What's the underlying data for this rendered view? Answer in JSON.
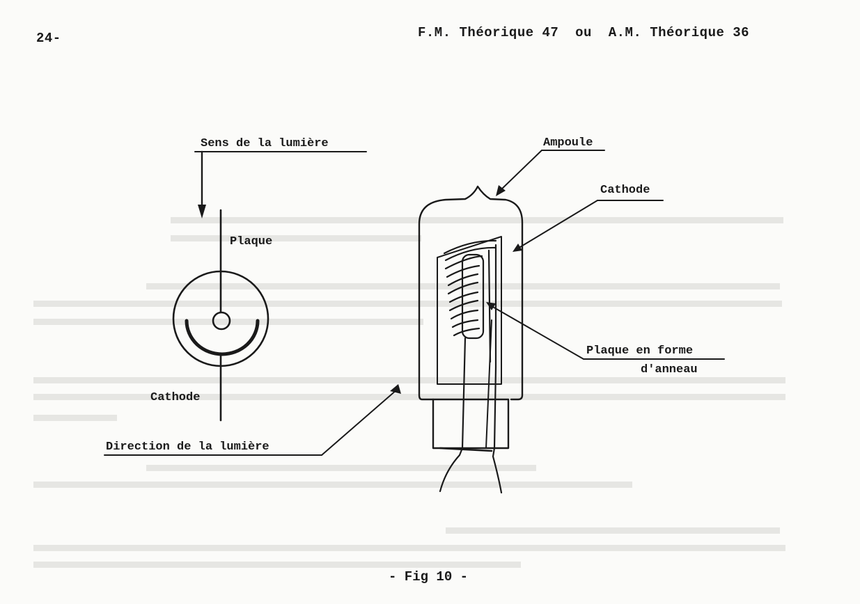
{
  "header": {
    "page_number": "24-",
    "title": "F.M. Théorique 47  ou  A.M. Théorique 36"
  },
  "figure": {
    "symbol_labels": {
      "light_sense": "Sens de la lumière",
      "plate": "Plaque",
      "cathode": "Cathode",
      "light_direction": "Direction de la lumière"
    },
    "tube_labels": {
      "bulb": "Ampoule",
      "cathode": "Cathode",
      "ring_plate_line1": "Plaque en forme",
      "ring_plate_line2": "d'anneau"
    },
    "caption": "- Fig 10 -"
  }
}
